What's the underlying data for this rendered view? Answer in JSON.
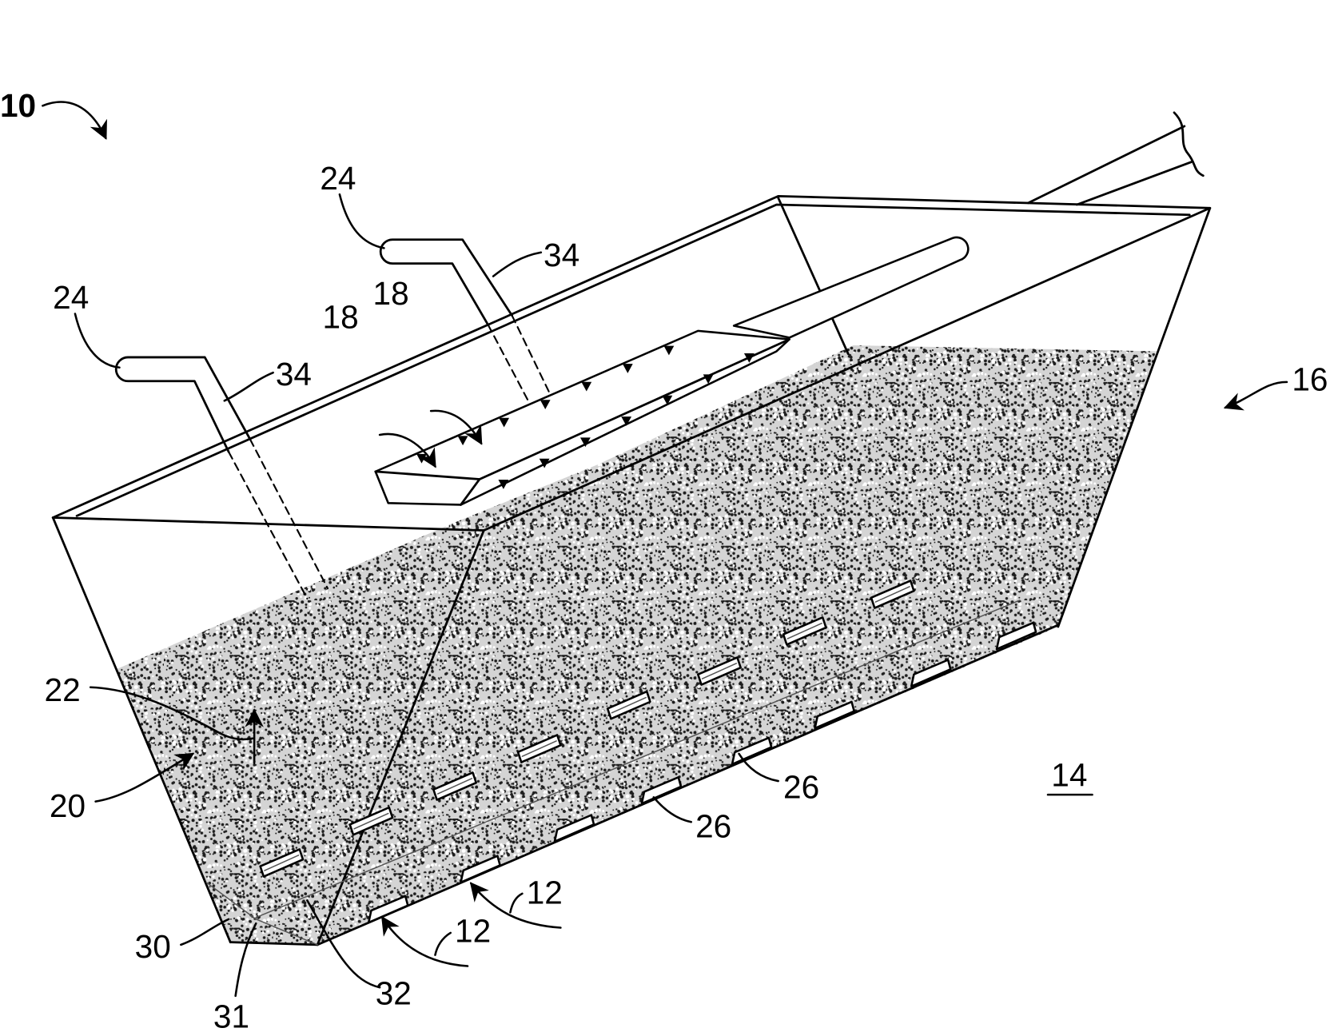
{
  "figure": {
    "labels": {
      "ref_10": "10",
      "ref_24_upper": "24",
      "ref_24_left": "24",
      "ref_34_upper": "34",
      "ref_34_left": "34",
      "ref_18_upper": "18",
      "ref_18_lower": "18",
      "ref_16": "16",
      "ref_22": "22",
      "ref_20": "20",
      "ref_14": "14",
      "ref_26_upper": "26",
      "ref_26_lower": "26",
      "ref_12_upper": "12",
      "ref_12_lower": "12",
      "ref_30": "30",
      "ref_31": "31",
      "ref_32": "32"
    }
  },
  "colors": {
    "ink": "#000000",
    "background": "#ffffff",
    "stipple_base": "#d4d4d4",
    "stipple_dot": "#1e1e1e",
    "stipple_light": "#ffffff"
  }
}
